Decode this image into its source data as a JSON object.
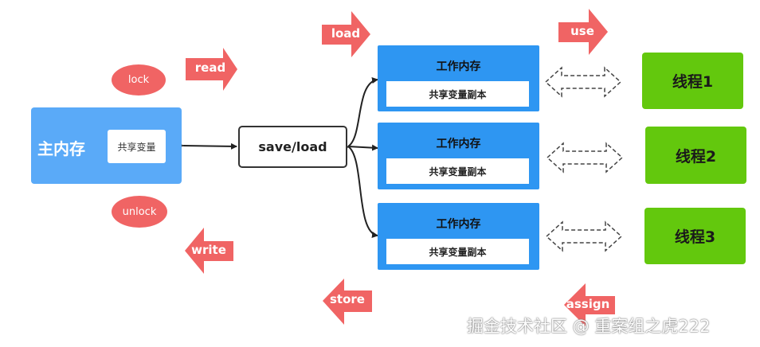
{
  "main_memory": {
    "title": "主内存",
    "variable": "共享变量"
  },
  "save_load": "save/load",
  "working_memories": [
    {
      "title": "工作内存",
      "copy": "共享变量副本"
    },
    {
      "title": "工作内存",
      "copy": "共享变量副本"
    },
    {
      "title": "工作内存",
      "copy": "共享变量副本"
    }
  ],
  "threads": [
    "线程1",
    "线程2",
    "线程3"
  ],
  "ovals": {
    "lock": "lock",
    "unlock": "unlock"
  },
  "arrows": {
    "read": "read",
    "write": "write",
    "load": "load",
    "store": "store",
    "use": "use",
    "assign": "assign"
  },
  "watermark": "掘金技术社区 @ 重案组之虎222",
  "colors": {
    "main_memory": "#5aaaf8",
    "working_memory": "#2e96f2",
    "thread": "#63c80d",
    "operation": "#f06464"
  }
}
